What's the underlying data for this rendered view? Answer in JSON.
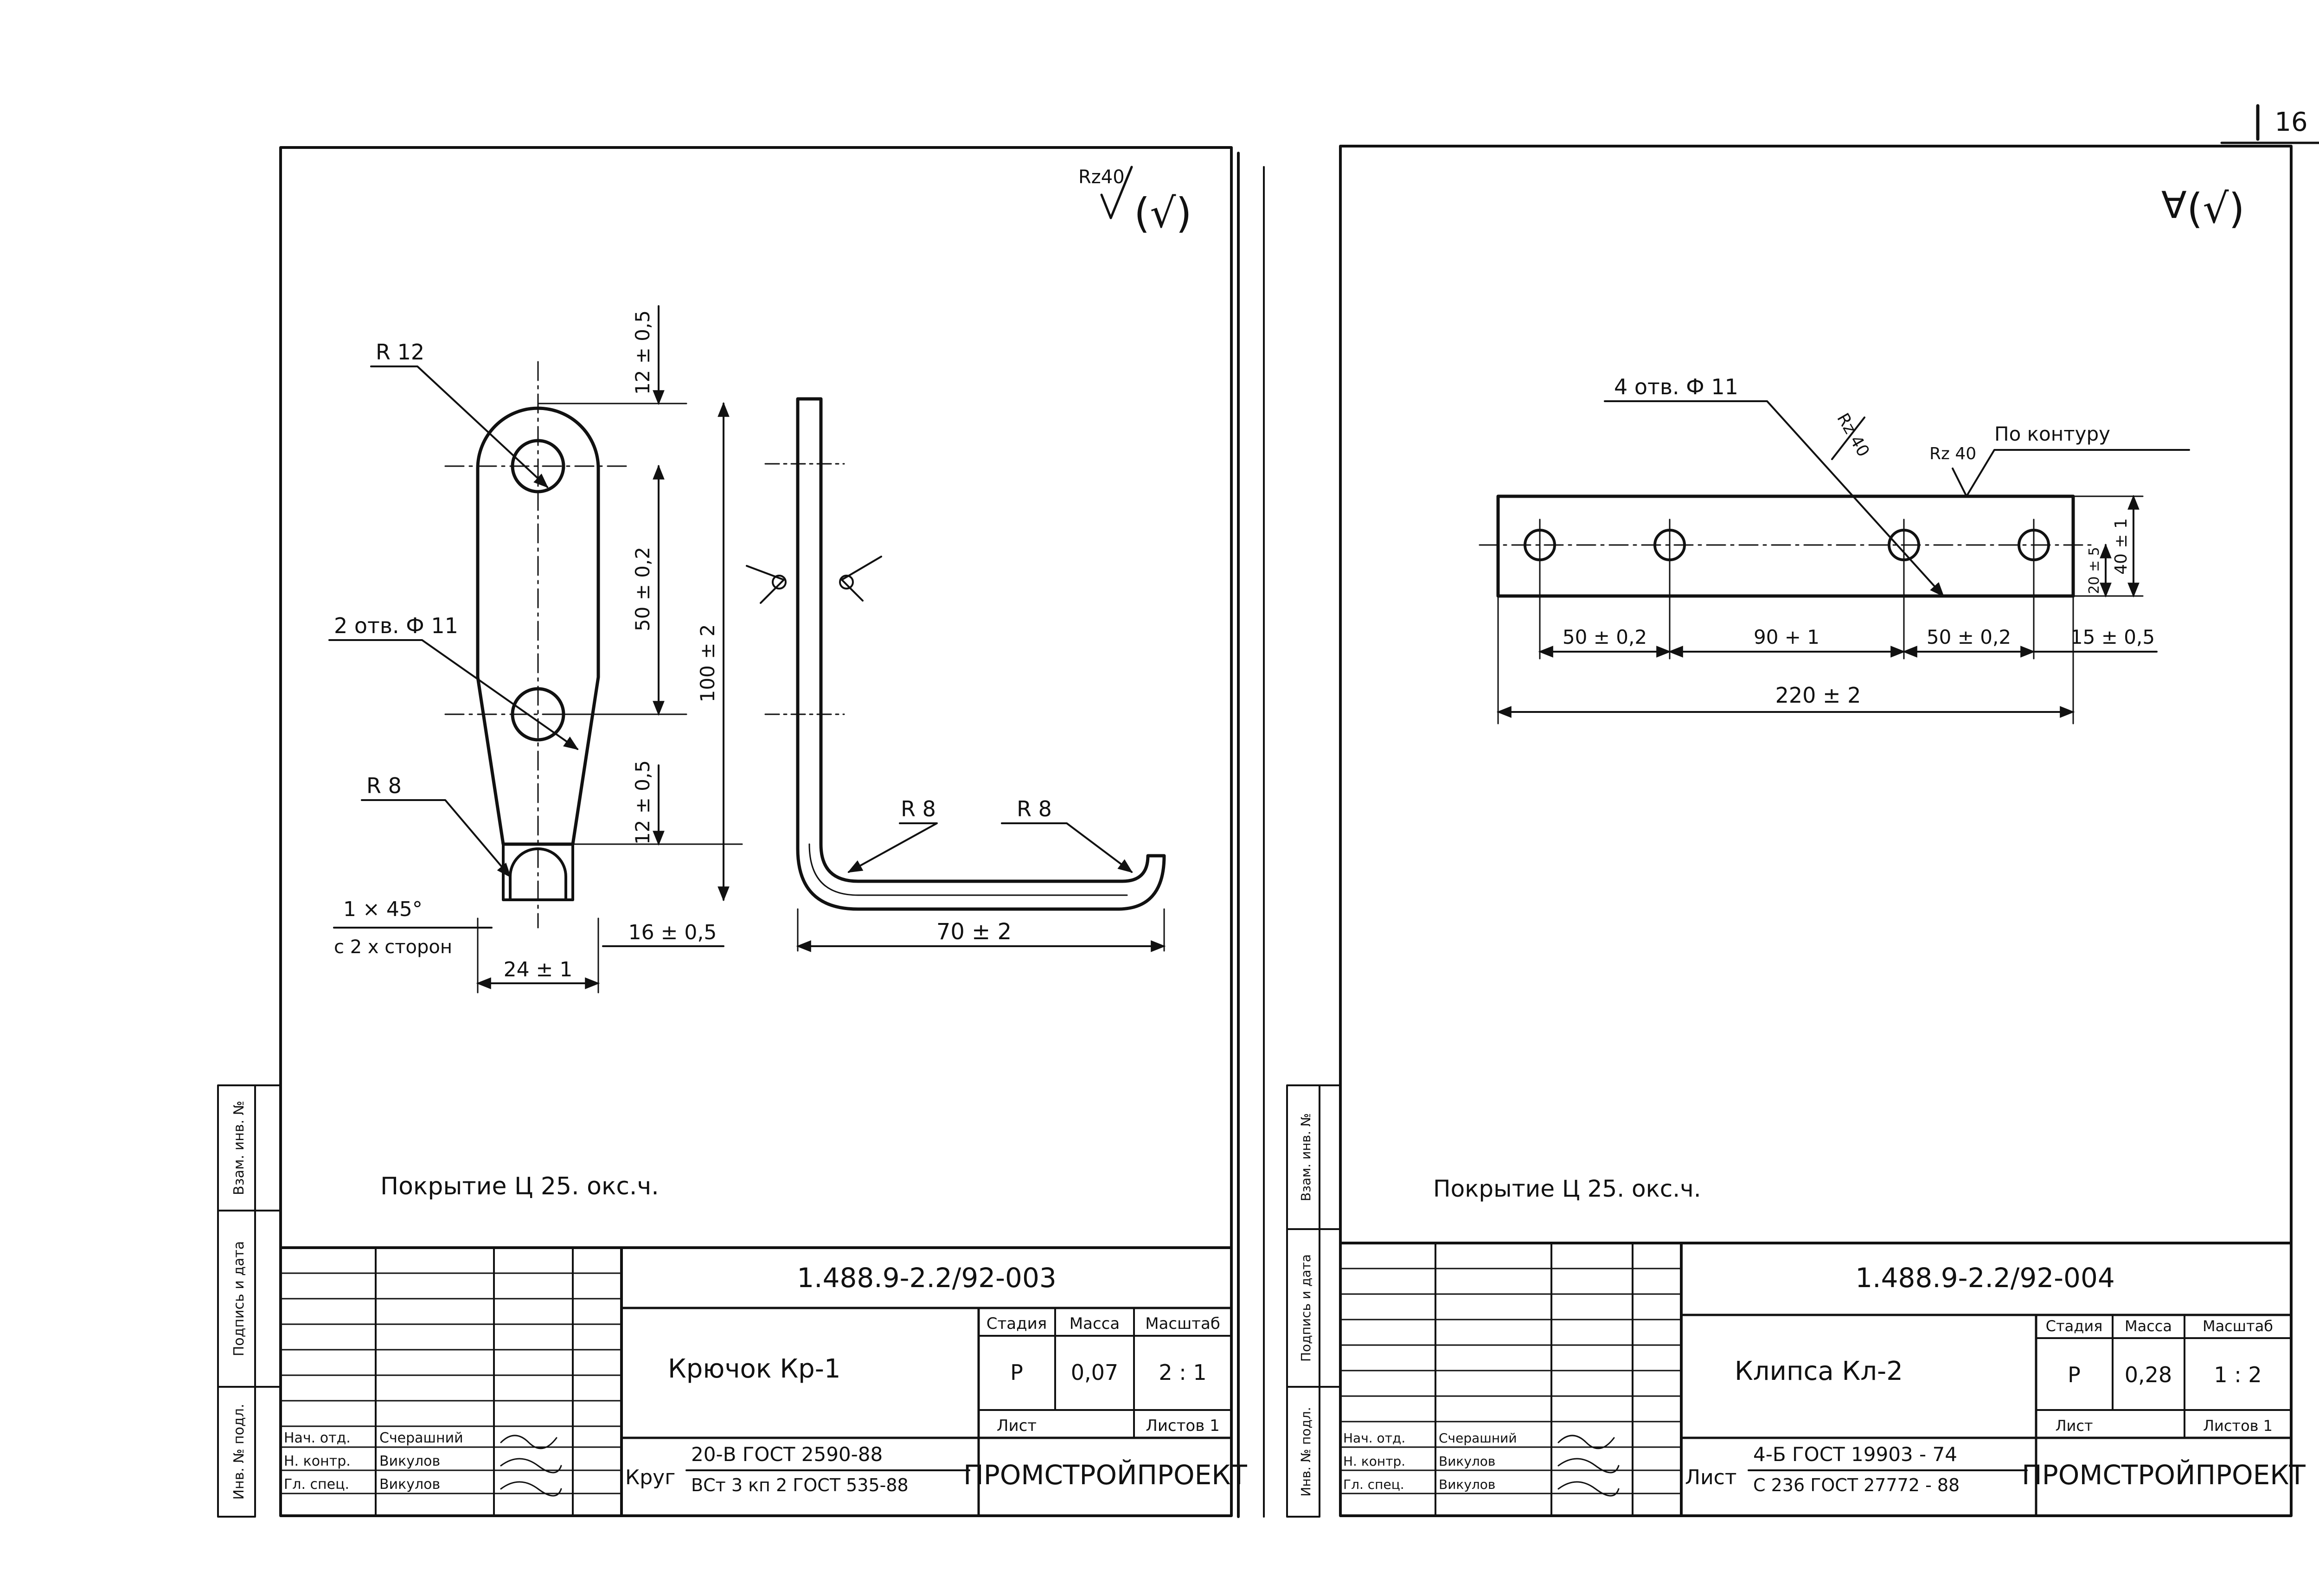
{
  "page_number": "16",
  "sheets": [
    {
      "id": "left",
      "roughness_symbol": "Rz40",
      "roughness_suffix": "(√)",
      "coating": "Покрытие Ц 25. окс.ч.",
      "dimensions": {
        "r12": "R 12",
        "holes": "2 отв. Ф 11",
        "r8_hole": "R 8",
        "chamfer": "1 × 45°",
        "chamfer_sides": "с 2 х сторон",
        "width": "24 ± 1",
        "top_offset": "12 ± 0,5",
        "hole_spacing": "50 ± 0,2",
        "bottom_offset": "12 ± 0,5",
        "height": "100 ± 2",
        "bend_offset": "16 ± 0,5",
        "bend_r1": "R 8",
        "bend_r2": "R 8",
        "length": "70 ± 2"
      },
      "title_block": {
        "designation": "1.488.9-2.2/92-003",
        "name": "Крючок Кр-1",
        "stage_label": "Стадия",
        "mass_label": "Масса",
        "scale_label": "Масштаб",
        "stage": "Р",
        "mass": "0,07",
        "scale": "2 : 1",
        "sheet_label": "Лист",
        "sheets_label": "Листов 1",
        "material_prefix": "Круг",
        "material_top": "20-В ГОСТ 2590-88",
        "material_bottom": "ВСт 3 кп 2 ГОСТ 535-88",
        "organization": "ПРОМСТРОЙПРОЕКТ",
        "roles": [
          {
            "role": "Нач. отд.",
            "name": "Счерашний"
          },
          {
            "role": "Н. контр.",
            "name": "Викулов"
          },
          {
            "role": "Гл. спец.",
            "name": "Викулов"
          }
        ],
        "side_stamps": [
          "Взам. инв. №",
          "Подпись и дата",
          "Инв. № подл."
        ]
      }
    },
    {
      "id": "right",
      "roughness_symbol": "∀",
      "roughness_suffix": "(√)",
      "coating": "Покрытие Ц 25. окс.ч.",
      "dimensions": {
        "holes": "4 отв. Ф 11",
        "rz_hole": "Rz 40",
        "rz_contour": "Rz 40",
        "contour_note": "По контуру",
        "height": "40 ± 1",
        "center": "20 ± 5",
        "pitch_1": "50 ± 0,2",
        "pitch_2": "90 + 1",
        "pitch_3": "50 ± 0,2",
        "edge": "15 ± 0,5",
        "length": "220 ± 2"
      },
      "title_block": {
        "designation": "1.488.9-2.2/92-004",
        "name": "Клипса Кл-2",
        "stage_label": "Стадия",
        "mass_label": "Масса",
        "scale_label": "Масштаб",
        "stage": "Р",
        "mass": "0,28",
        "scale": "1 : 2",
        "sheet_label": "Лист",
        "sheets_label": "Листов 1",
        "material_prefix": "Лист",
        "material_top": "4-Б ГОСТ 19903 - 74",
        "material_bottom": "С 236 ГОСТ 27772 - 88",
        "organization": "ПРОМСТРОЙПРОЕКТ",
        "roles": [
          {
            "role": "Нач. отд.",
            "name": "Счерашний"
          },
          {
            "role": "Н. контр.",
            "name": "Викулов"
          },
          {
            "role": "Гл. спец.",
            "name": "Викулов"
          }
        ],
        "side_stamps": [
          "Взам. инв. №",
          "Подпись и дата",
          "Инв. № подл."
        ]
      }
    }
  ]
}
